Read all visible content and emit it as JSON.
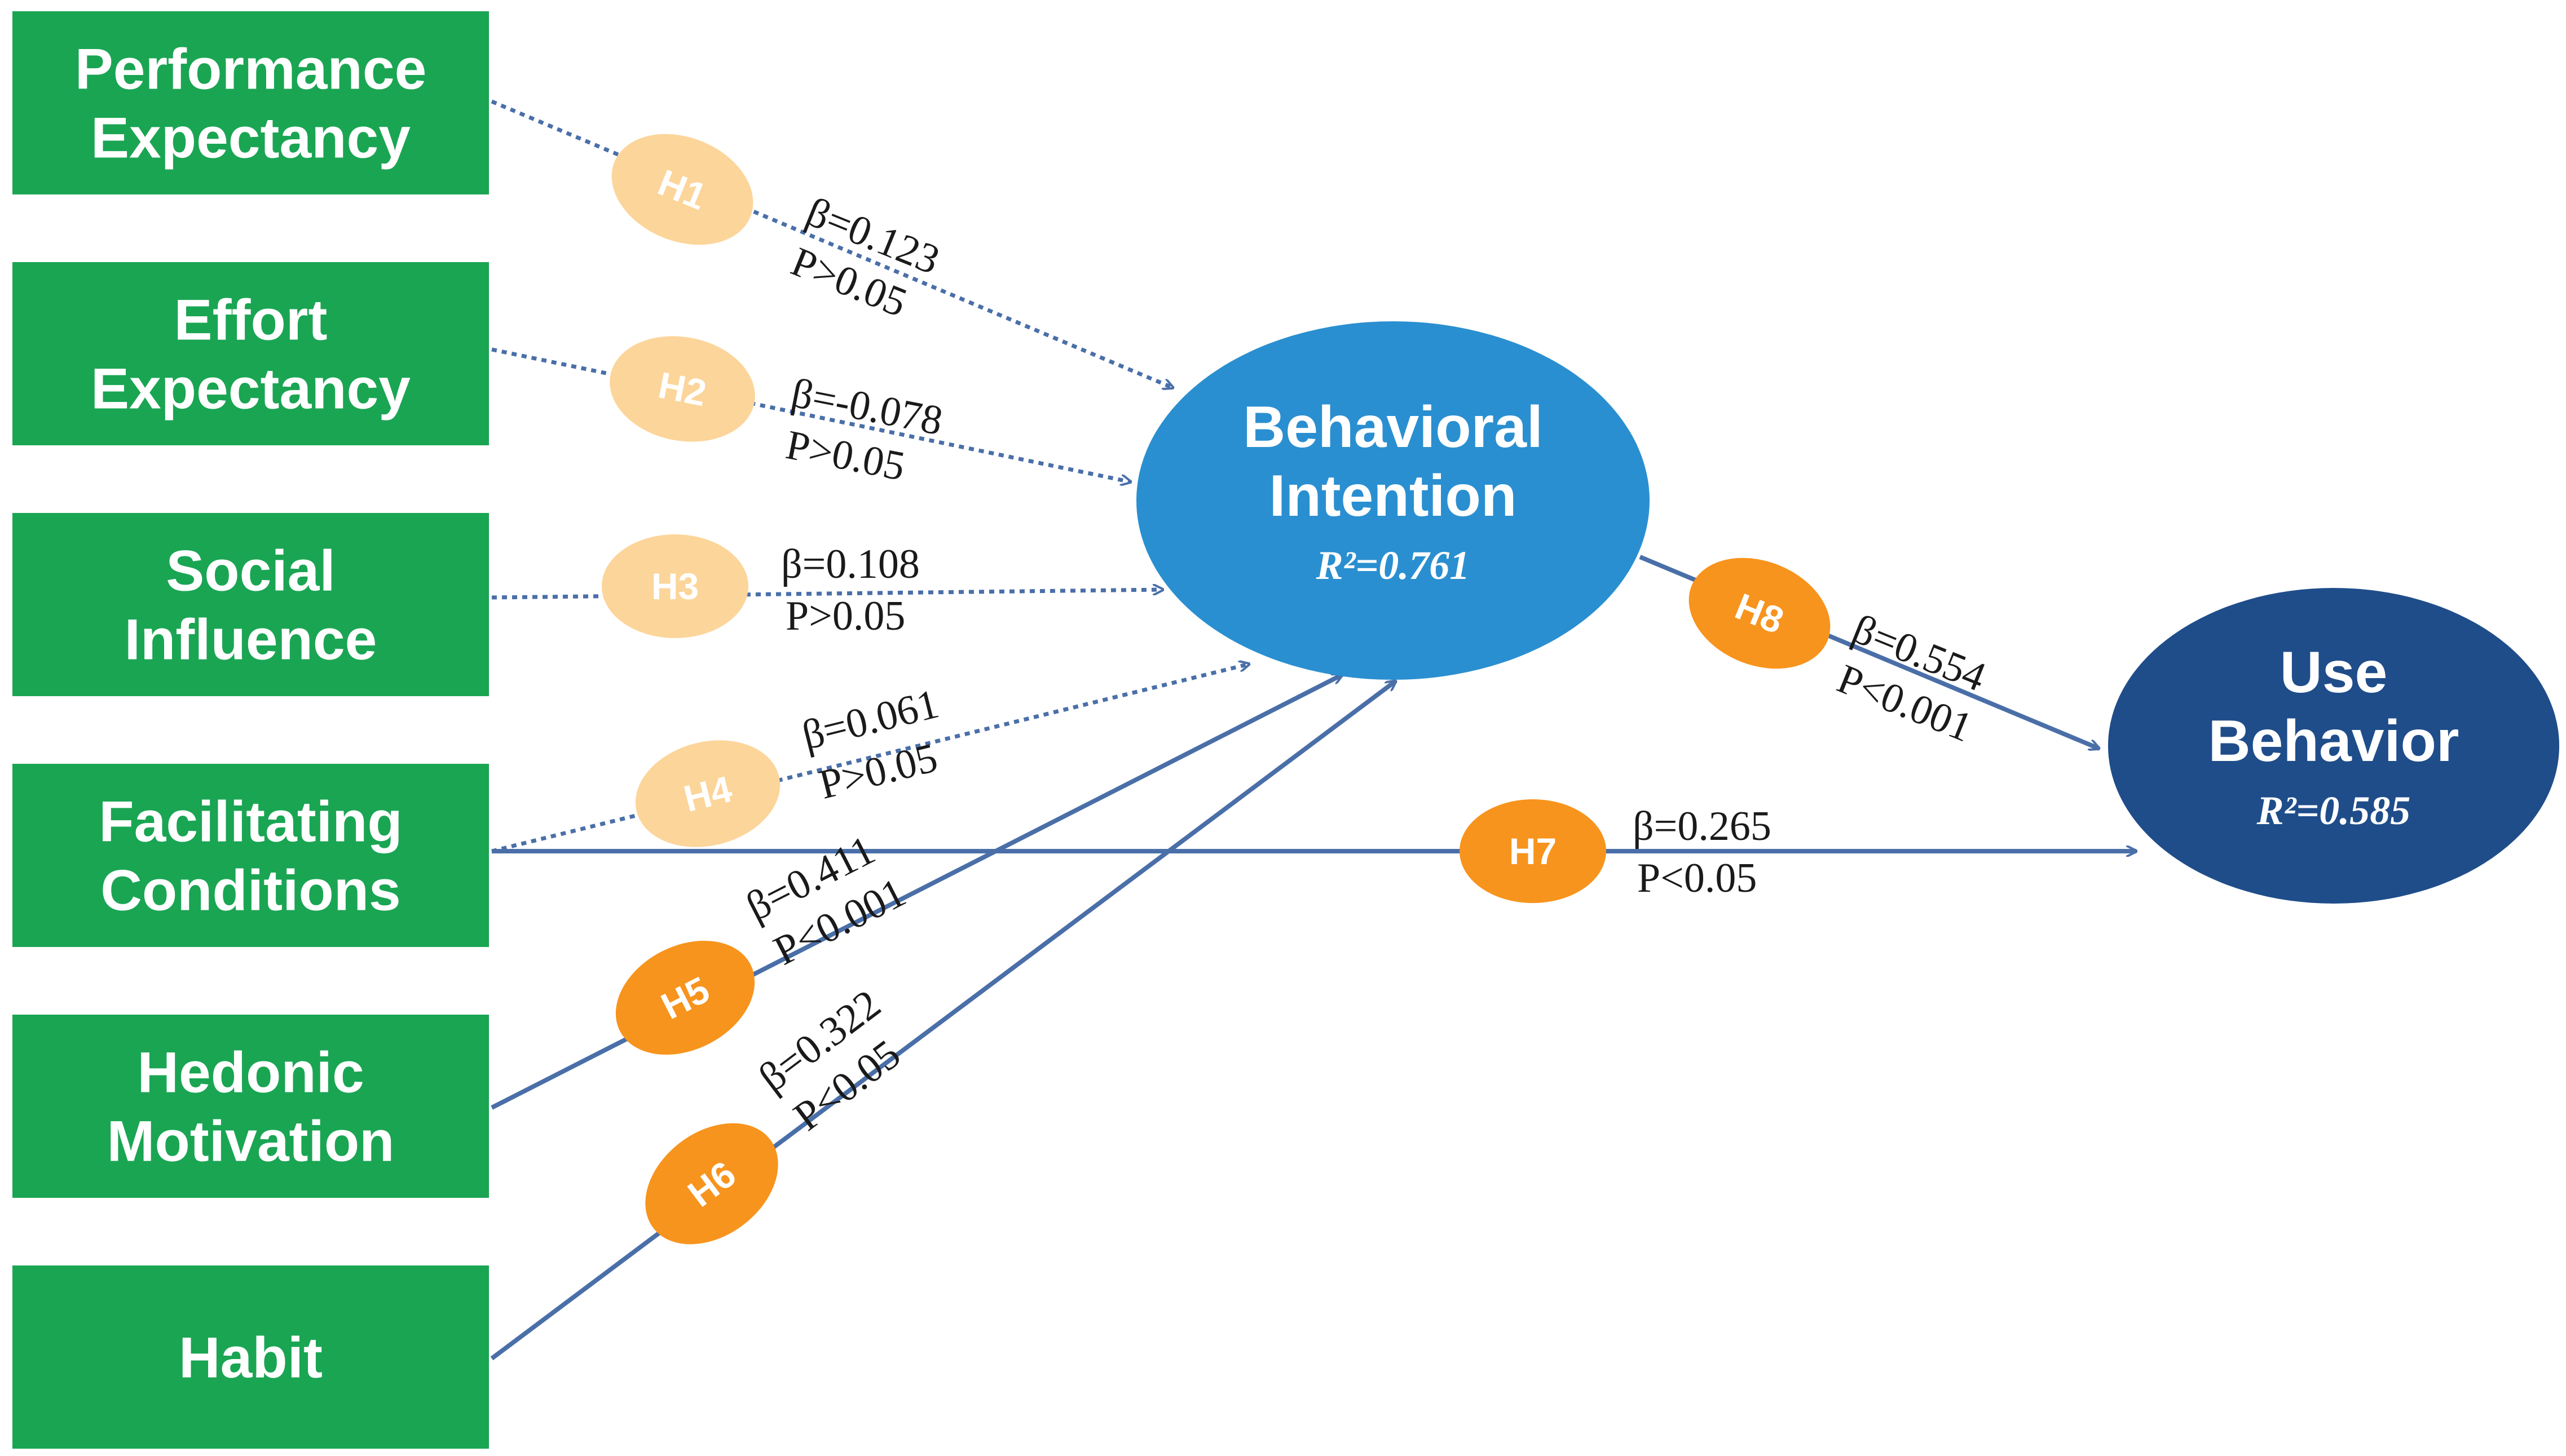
{
  "constructs": [
    {
      "id": "pe",
      "lines": [
        "Performance",
        "Expectancy"
      ]
    },
    {
      "id": "ee",
      "lines": [
        "Effort",
        "Expectancy"
      ]
    },
    {
      "id": "si",
      "lines": [
        "Social",
        "Influence"
      ]
    },
    {
      "id": "fc",
      "lines": [
        "Facilitating",
        "Conditions"
      ]
    },
    {
      "id": "hm",
      "lines": [
        "Hedonic",
        "Motivation"
      ]
    },
    {
      "id": "hb",
      "lines": [
        "Habit"
      ]
    }
  ],
  "outcomes": {
    "bi": {
      "lines": [
        "Behavioral",
        "Intention"
      ],
      "r2": "R²=0.761"
    },
    "ub": {
      "lines": [
        "Use",
        "Behavior"
      ],
      "r2": "R²=0.585"
    }
  },
  "hypotheses": [
    {
      "label": "H1",
      "from": "pe",
      "to": "bi",
      "beta": "β=0.123",
      "p": "P>0.05",
      "significant": false
    },
    {
      "label": "H2",
      "from": "ee",
      "to": "bi",
      "beta": "β=-0.078",
      "p": "P>0.05",
      "significant": false
    },
    {
      "label": "H3",
      "from": "si",
      "to": "bi",
      "beta": "β=0.108",
      "p": "P>0.05",
      "significant": false
    },
    {
      "label": "H4",
      "from": "fc",
      "to": "bi",
      "beta": "β=0.061",
      "p": "P>0.05",
      "significant": false
    },
    {
      "label": "H5",
      "from": "hm",
      "to": "bi",
      "beta": "β=0.411",
      "p": "P<0.001",
      "significant": true
    },
    {
      "label": "H6",
      "from": "hb",
      "to": "bi",
      "beta": "β=0.322",
      "p": "P<0.05",
      "significant": true
    },
    {
      "label": "H7",
      "from": "fc",
      "to": "ub",
      "beta": "β=0.265",
      "p": "P<0.05",
      "significant": true
    },
    {
      "label": "H8",
      "from": "bi",
      "to": "ub",
      "beta": "β=0.554",
      "p": "P<0.001",
      "significant": true
    }
  ],
  "colors": {
    "construct_fill": "#1aa553",
    "bi_fill": "#2a8fd0",
    "ub_fill": "#1f4d8a",
    "path_line": "#4a6fa8",
    "hyp_significant": "#f7941d",
    "hyp_nonsignificant": "#fcd59a"
  }
}
